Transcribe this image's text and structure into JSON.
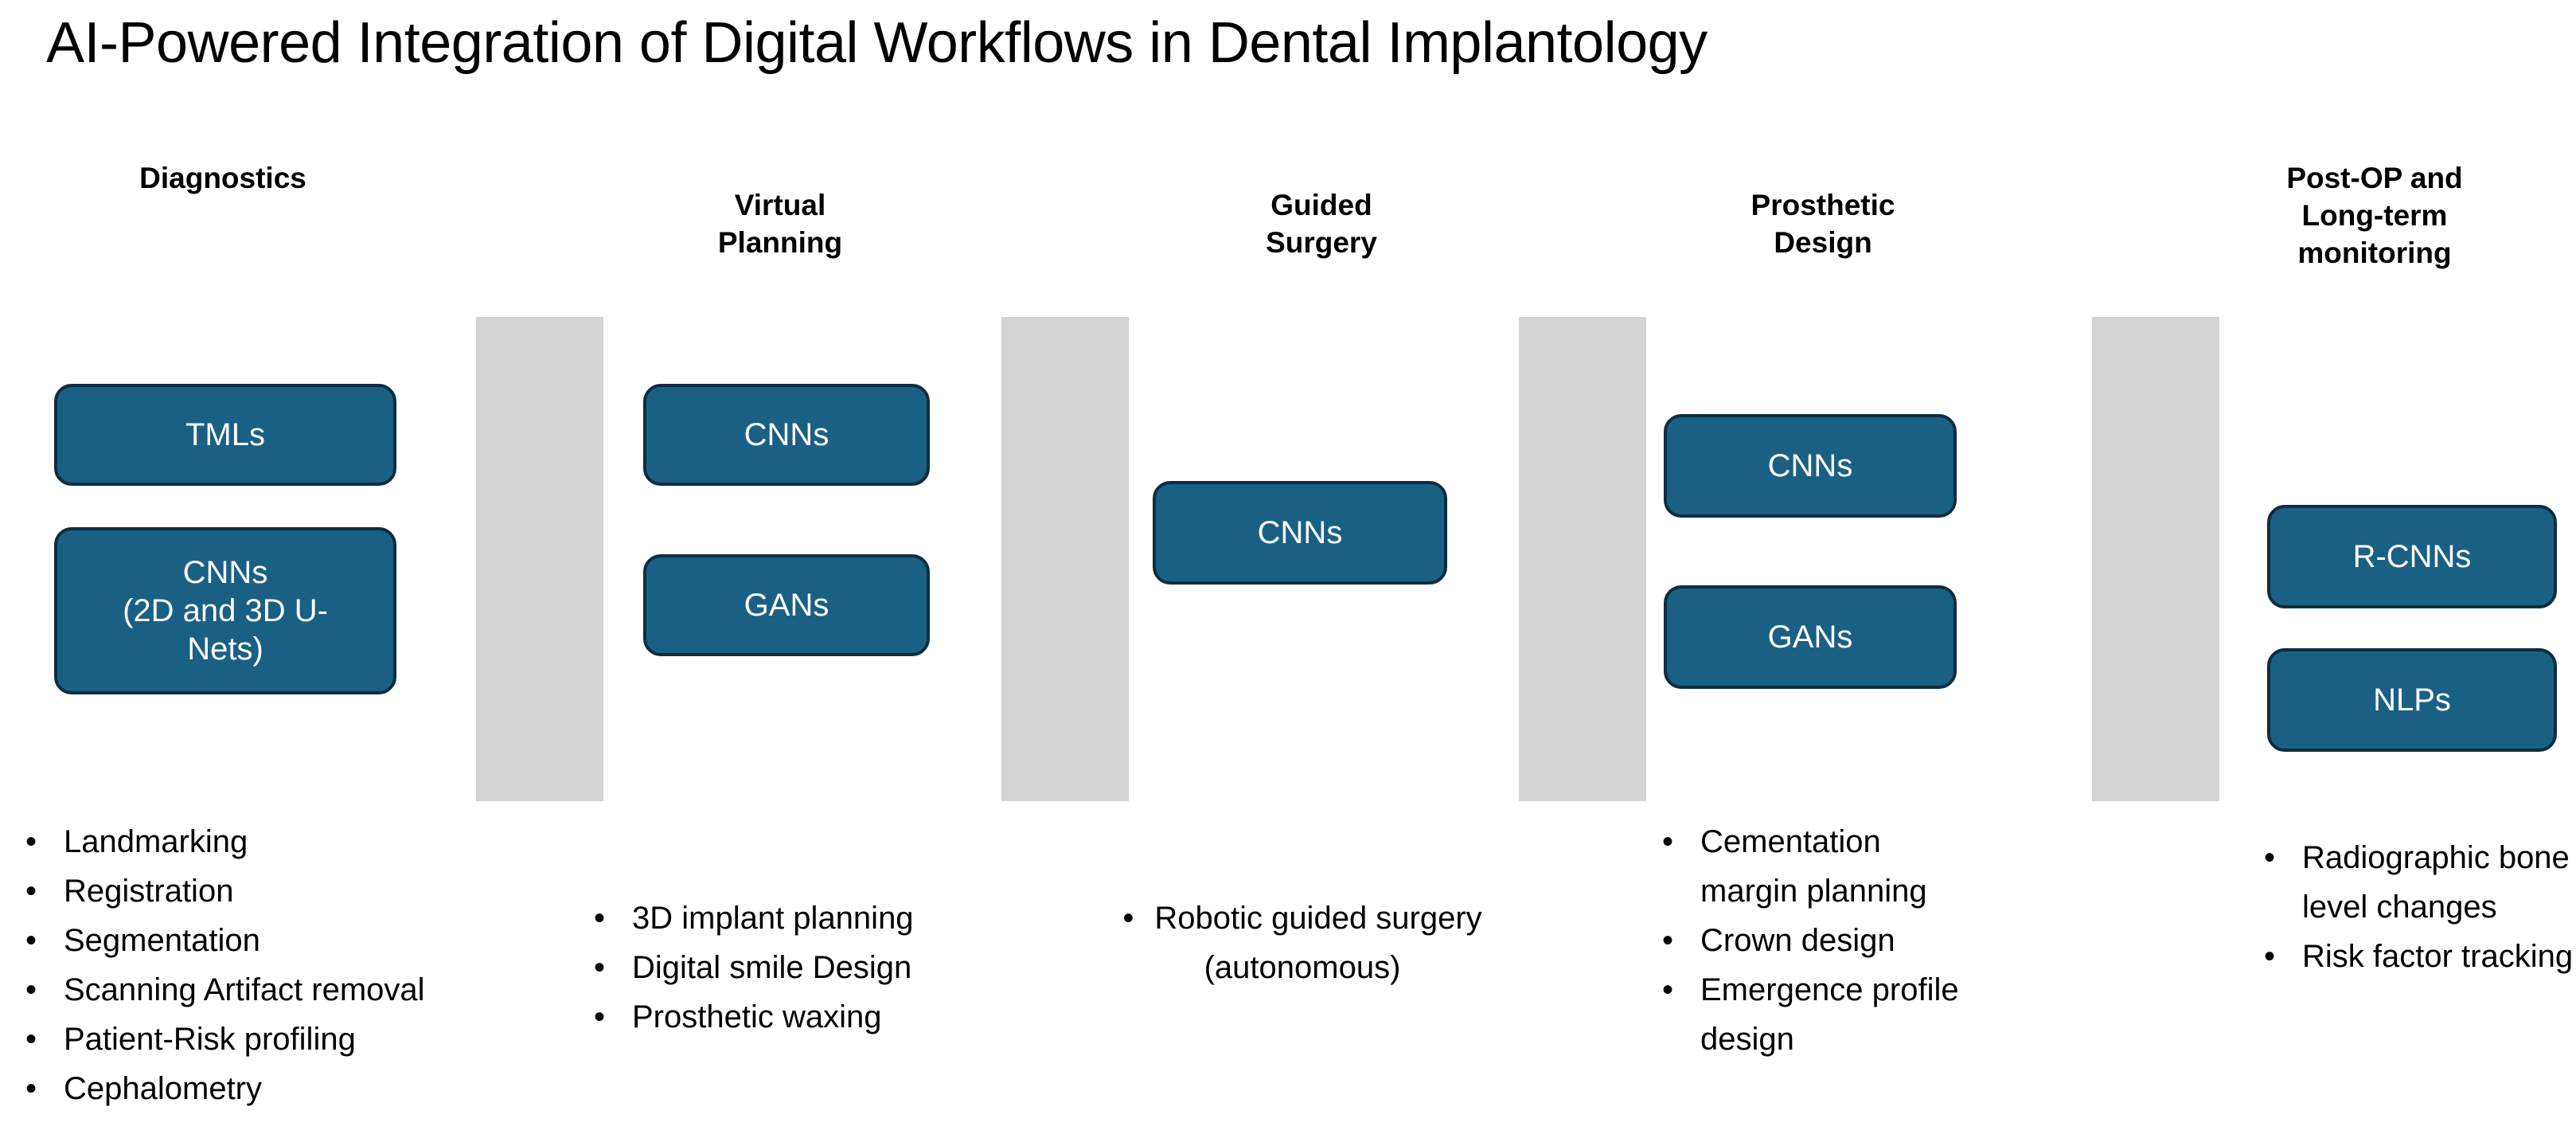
{
  "slide": {
    "title": "AI-Powered Integration of Digital Workflows in Dental Implantology",
    "background_color": "#ffffff",
    "box_fill_color": "#1a6084",
    "box_border_color": "#0e2d3f",
    "box_text_color": "#ffffff",
    "arrow_color": "#d4d4d4",
    "text_color": "#000000"
  },
  "columns": [
    {
      "header": "Diagnostics",
      "header_lines": [
        "Diagnostics"
      ],
      "boxes": [
        {
          "label": "TMLs"
        },
        {
          "label": "CNNs\n(2D and 3D U-Nets)"
        }
      ],
      "bullets": [
        "Landmarking",
        "Registration",
        "Segmentation",
        "Scanning Artifact removal",
        "Patient-Risk profiling",
        "Cephalometry"
      ]
    },
    {
      "header": "Virtual Planning",
      "header_lines": [
        "Virtual",
        "Planning"
      ],
      "boxes": [
        {
          "label": "CNNs"
        },
        {
          "label": "GANs"
        }
      ],
      "bullets": [
        "3D implant planning",
        "Digital smile Design",
        "Prosthetic waxing"
      ]
    },
    {
      "header": "Guided Surgery",
      "header_lines": [
        "Guided",
        "Surgery"
      ],
      "boxes": [
        {
          "label": "CNNs"
        }
      ],
      "bullets": [
        "Robotic guided surgery (autonomous)"
      ]
    },
    {
      "header": "Prosthetic Design",
      "header_lines": [
        "Prosthetic",
        "Design"
      ],
      "boxes": [
        {
          "label": "CNNs"
        },
        {
          "label": "GANs"
        }
      ],
      "bullets": [
        "Cementation margin planning",
        "Crown design",
        "Emergence profile design"
      ]
    },
    {
      "header": "Post-OP and Long-term monitoring",
      "header_lines": [
        "Post-OP and",
        "Long-term",
        "monitoring"
      ],
      "boxes": [
        {
          "label": "R-CNNs"
        },
        {
          "label": "NLPs"
        }
      ],
      "bullets": [
        "Radiographic bone level changes",
        "Risk factor tracking"
      ]
    }
  ],
  "arrows": [
    {
      "name": "arrow-diagnostics-to-virtual-planning"
    },
    {
      "name": "arrow-virtual-planning-to-guided-surgery"
    },
    {
      "name": "arrow-guided-surgery-to-prosthetic-design"
    },
    {
      "name": "arrow-prosthetic-design-to-post-op"
    }
  ]
}
